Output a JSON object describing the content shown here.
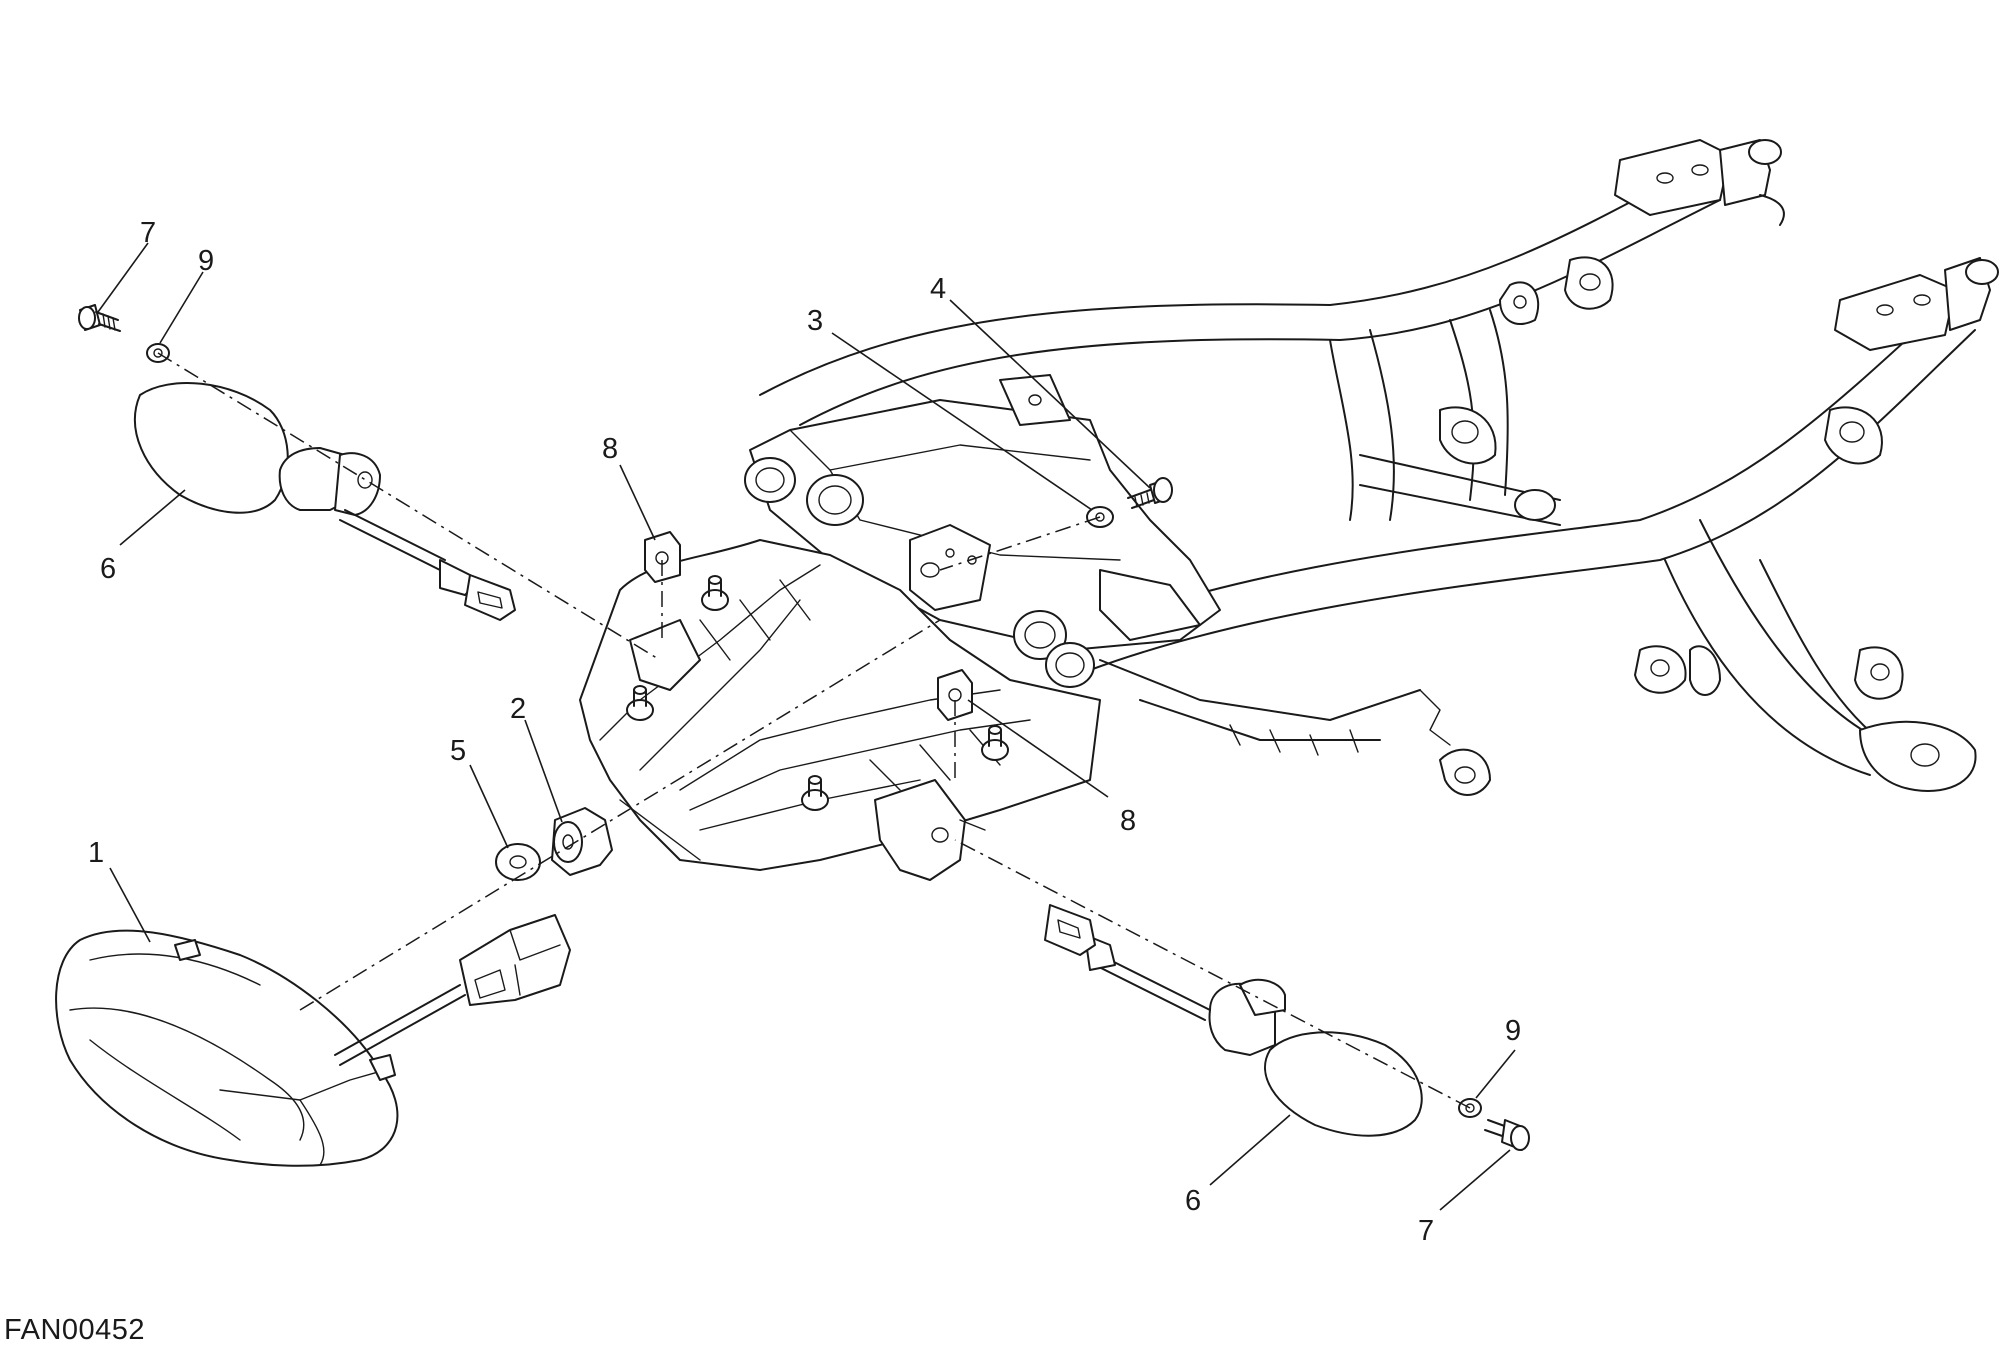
{
  "diagram": {
    "code": "FAN00452",
    "callouts": [
      "7",
      "9",
      "6",
      "4",
      "3",
      "8",
      "2",
      "5",
      "1",
      "8",
      "9",
      "6",
      "7"
    ]
  }
}
